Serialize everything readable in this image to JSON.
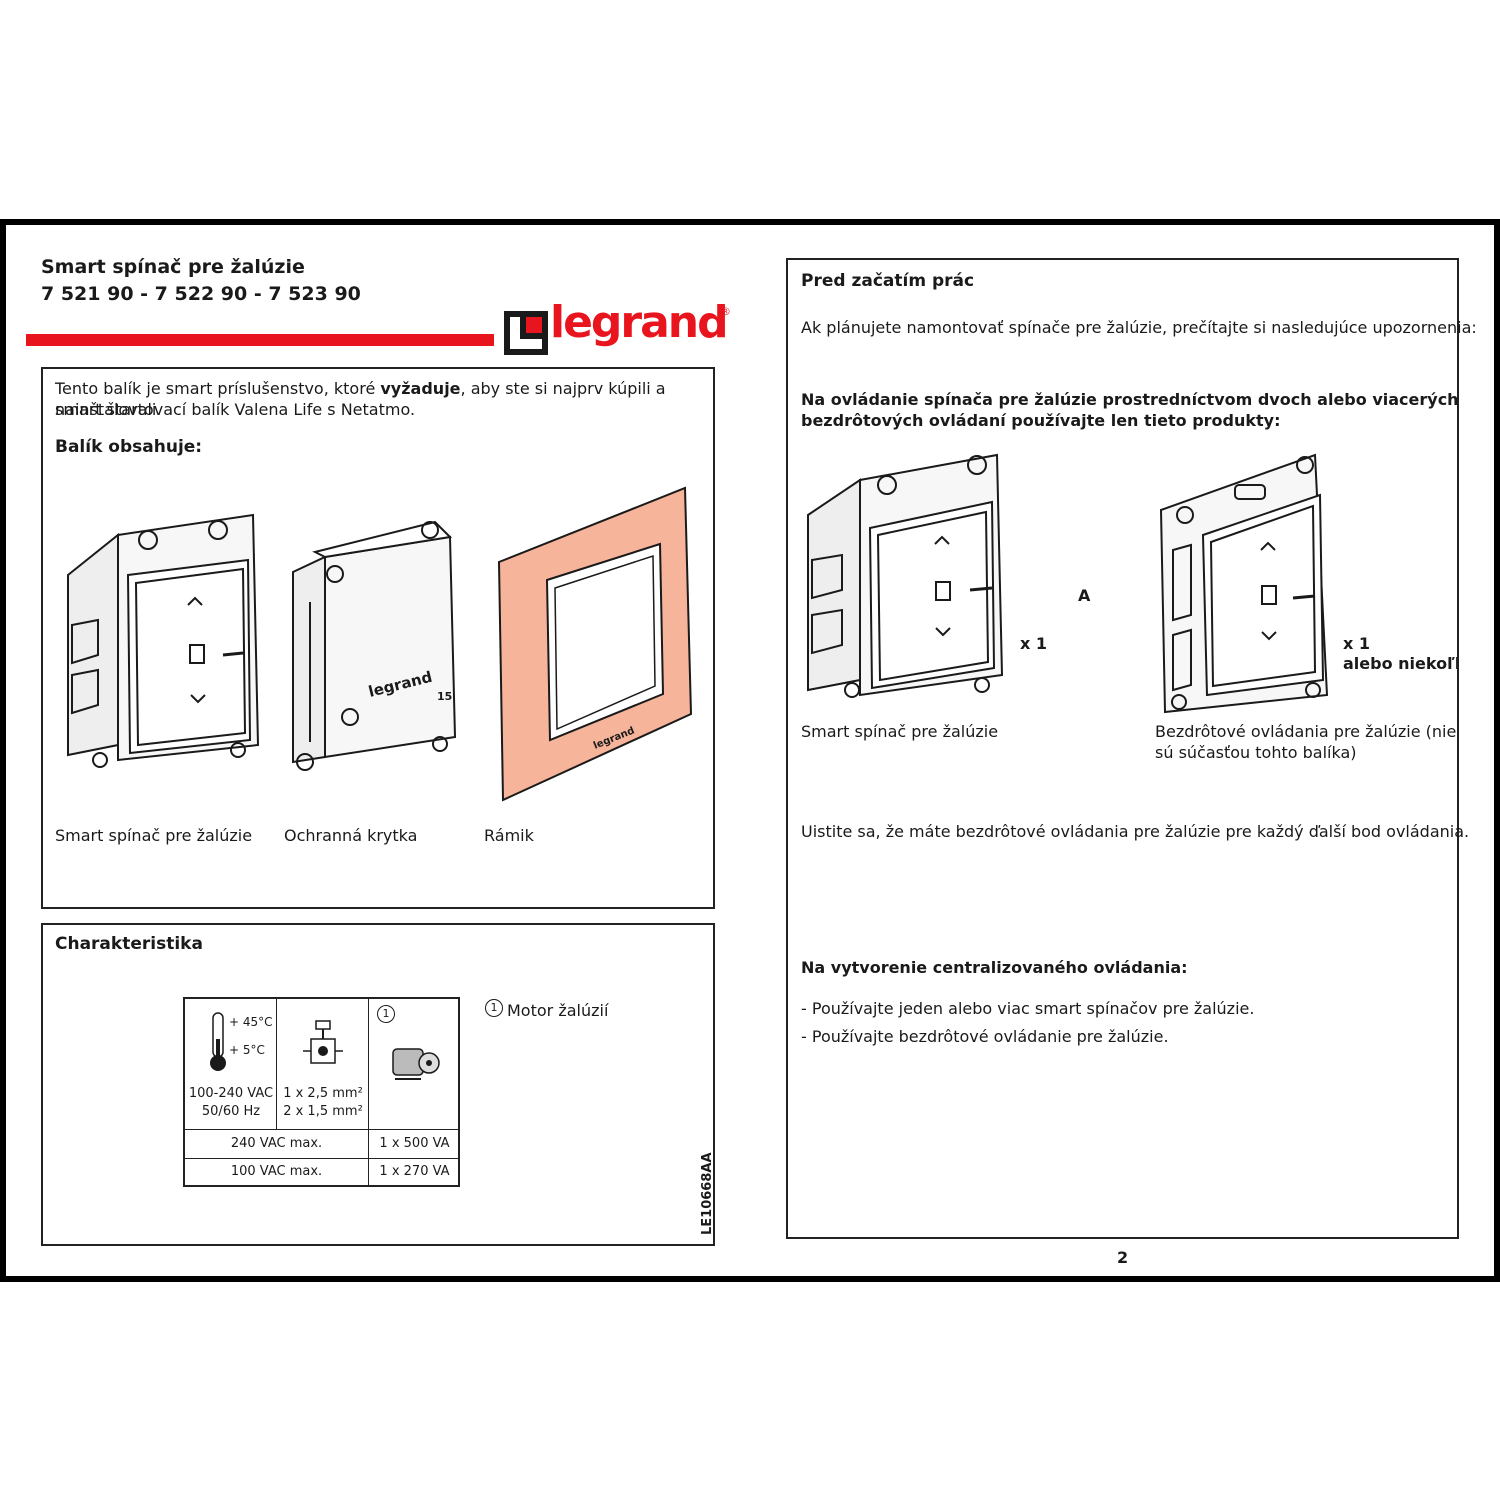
{
  "header": {
    "title_line1": "Smart spínač pre žalúzie",
    "title_line2": "7 521 90 - 7 522 90 - 7 523 90",
    "logo_text": "legrand",
    "logo_reg": "®"
  },
  "package": {
    "intro_pre": "Tento balík je smart príslušenstvo, ktoré ",
    "intro_bold": "vyžaduje",
    "intro_post": ", aby ste si najprv kúpili a nainštalovali",
    "intro_line2": "smart štartovací balík Valena Life s Netatmo.",
    "heading": "Balík obsahuje:",
    "items": [
      "Smart spínač pre žalúzie",
      "Ochranná krytka",
      "Rámik"
    ],
    "cover_brand": "legrand",
    "cover_mark": "15",
    "frame_brand": "legrand"
  },
  "characteristics": {
    "heading": "Charakteristika",
    "temp_max": "+ 45°C",
    "temp_min": "+ 5°C",
    "voltage": "100-240 VAC",
    "frequency": "50/60 Hz",
    "wire1": "1 x 2,5 mm²",
    "wire2": "2 x 1,5 mm²",
    "circle_num": "1",
    "row1_left": "240 VAC max.",
    "row1_right": "1 x 500 VA",
    "row2_left": "100 VAC max.",
    "row2_right": "1 x 270 VA",
    "note_num": "1",
    "note_text": "Motor žalúzií",
    "doc_code": "LE10668AA"
  },
  "before": {
    "heading": "Pred začatím prác",
    "intro": "Ak plánujete namontovať spínače pre žalúzie, prečítajte si nasledujúce upozornenia:",
    "bold_line1": "Na ovládanie spínača pre žalúzie prostredníctvom dvoch alebo viacerých",
    "bold_line2": "bezdrôtových ovládaní používajte len tieto produkty:",
    "qty1": "x 1",
    "letter_a": "A",
    "qty2": "x 1",
    "qty2_more": "alebo niekoľko",
    "label1": "Smart spínač pre žalúzie",
    "label2_line1": "Bezdrôtové ovládania pre žalúzie (nie",
    "label2_line2": "sú súčasťou tohto balíka)",
    "ensure": "Uistite sa, že máte bezdrôtové ovládania pre žalúzie pre každý ďalší bod ovládania.",
    "central_heading": "Na vytvorenie centralizovaného ovládania:",
    "bullet1": "- Používajte jeden alebo viac smart spínačov pre žalúzie.",
    "bullet2": "- Používajte bezdrôtové ovládanie pre žalúzie."
  },
  "page_number": "2",
  "colors": {
    "brand_red": "#e8151e",
    "frame_peach": "#f6b49a"
  }
}
